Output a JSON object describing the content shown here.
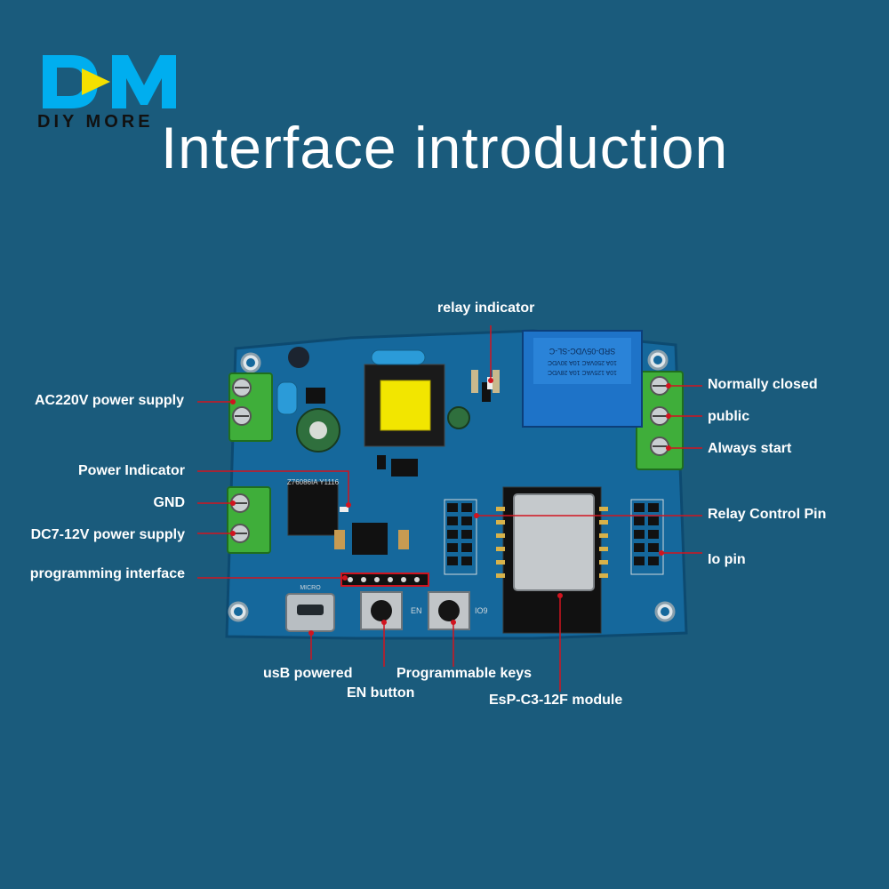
{
  "brand": {
    "logo_text": "DM",
    "name": "DIY MORE"
  },
  "title": "Interface introduction",
  "module": {
    "relay_markings": [
      "SRD-05VDC-SL-C",
      "10A 250VAC 10A 30VDC",
      "10A 125VAC 10A 28VDC"
    ],
    "chip_label": "Z76086IA Y1116",
    "usb_label": "MICRO",
    "button_labels": [
      "EN",
      "IO9"
    ]
  },
  "labels": {
    "relay_indicator": "relay indicator",
    "ac_power": "AC220V power supply",
    "power_indicator": "Power Indicator",
    "gnd": "GND",
    "dc_power": "DC7-12V power supply",
    "programming_interface": "programming interface",
    "normally_closed": "Normally closed",
    "public": "public",
    "always_start": "Always start",
    "relay_control_pin": "Relay Control Pin",
    "io_pin": "Io pin",
    "usb_powered": "usB powered",
    "en_button": "EN button",
    "programmable_keys": "Programmable keys",
    "esp_module": "EsP-C3-12F module"
  },
  "colors": {
    "background": "#1a5b7c",
    "pcb": "#15689c",
    "terminal": "#3fae3a",
    "pointer": "#d1141f",
    "text": "#ffffff",
    "logo": "#00aeef",
    "logo_accent": "#f5e000"
  }
}
